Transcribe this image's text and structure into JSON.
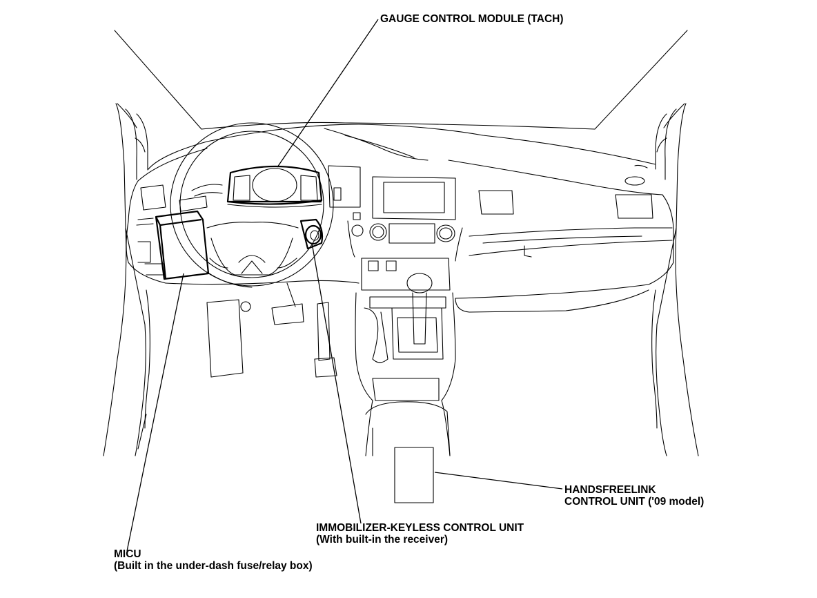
{
  "callouts": {
    "gauge": {
      "line1": "GAUGE CONTROL MODULE (TACH)"
    },
    "handsfree": {
      "line1": "HANDSFREELINK",
      "line2": "CONTROL UNIT ('09 model)"
    },
    "immobilizer": {
      "line1": "IMMOBILIZER-KEYLESS CONTROL UNIT",
      "line2": "(With built-in the receiver)"
    },
    "micu": {
      "line1": "MICU",
      "line2": "(Built in the under-dash fuse/relay box)"
    }
  }
}
